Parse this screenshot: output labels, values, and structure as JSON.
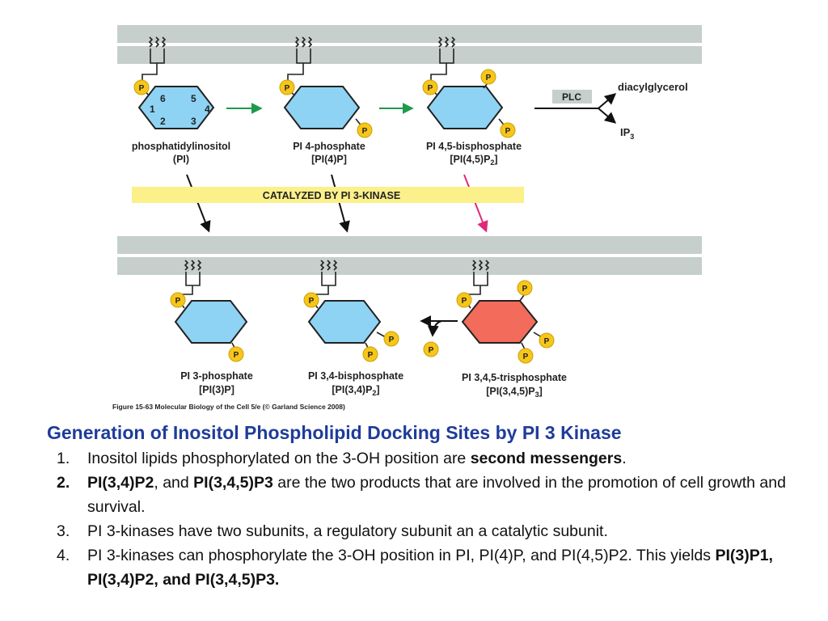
{
  "figure": {
    "row1": {
      "molecules": [
        {
          "name": "phosphatidylinositol",
          "abbr": "(PI)"
        },
        {
          "name": "PI 4-phosphate",
          "abbr": "[PI(4)P]"
        },
        {
          "name": "PI 4,5-bisphosphate",
          "abbr": "[PI(4,5)P",
          "sub": "2",
          "close": "]"
        }
      ],
      "ring_numbers": [
        "1",
        "2",
        "3",
        "4",
        "5",
        "6"
      ],
      "plc_label": "PLC",
      "products": {
        "dag": "diacylglycerol",
        "ip3": "IP",
        "ip3_sub": "3"
      }
    },
    "catalyzed_label": "CATALYZED BY PI 3-KINASE",
    "row2": {
      "molecules": [
        {
          "name": "PI 3-phosphate",
          "abbr": "[PI(3)P]"
        },
        {
          "name": "PI 3,4-bisphosphate",
          "abbr": "[PI(3,4)P",
          "sub": "2",
          "close": "]"
        },
        {
          "name": "PI 3,4,5-trisphosphate",
          "abbr": "[PI(3,4,5)P",
          "sub": "3",
          "close": "]"
        }
      ]
    },
    "phosphate_label": "P",
    "caption": "Figure 15-63  Molecular Biology of the Cell 5/e (© Garland Science 2008)",
    "colors": {
      "membrane": "#c6cfcb",
      "ring_blue": "#8fd3f4",
      "ring_red": "#f26b5b",
      "phosphate": "#f7c61a",
      "yellow_band": "#fbf08a",
      "green_arrow": "#1f9a4a",
      "magenta_arrow": "#e0287a"
    }
  },
  "slide": {
    "title": "Generation of Inositol Phospholipid Docking Sites by PI 3 Kinase",
    "points": [
      {
        "num": "1.",
        "pre": "Inositol lipids phosphorylated on the 3-OH position are ",
        "bold": "second messengers",
        "post": "."
      },
      {
        "num": "2.",
        "b1": "PI(3,4)P2",
        "mid": ", and ",
        "b2": "PI(3,4,5)P3",
        "post": " are the two products that are involved in the promotion of cell growth and survival."
      },
      {
        "num": "3.",
        "text": "PI 3-kinases have two subunits, a regulatory subunit an a catalytic subunit."
      },
      {
        "num": "4.",
        "pre": "PI 3-kinases can phosphorylate the 3-OH position in PI, PI(4)P, and PI(4,5)P2. This yields ",
        "bold": "PI(3)P1, PI(3,4)P2, and PI(3,4,5)P3."
      }
    ]
  }
}
